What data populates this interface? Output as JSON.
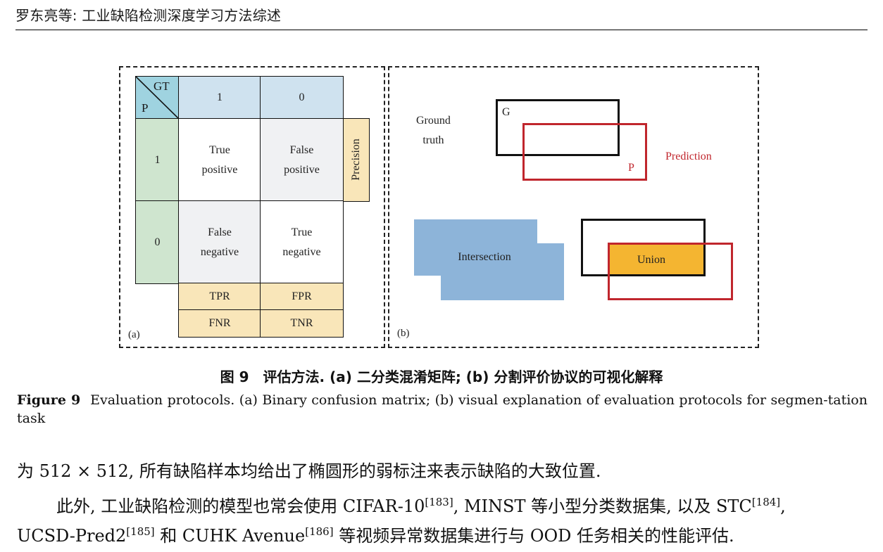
{
  "header": {
    "title": "罗东亮等: 工业缺陷检测深度学习方法综述"
  },
  "panel_a": {
    "corner_gt": "GT",
    "corner_p": "P",
    "col_headers": [
      "1",
      "0"
    ],
    "row_headers": [
      "1",
      "0"
    ],
    "cells": {
      "tp": [
        "True",
        "positive"
      ],
      "fp": [
        "False",
        "positive"
      ],
      "fn": [
        "False",
        "negative"
      ],
      "tn": [
        "True",
        "negative"
      ]
    },
    "precision": "Precision",
    "metrics": {
      "tpr": "TPR",
      "fpr": "FPR",
      "fnr": "FNR",
      "tnr": "TNR"
    },
    "label": "(a)"
  },
  "panel_b": {
    "ground_truth": [
      "Ground",
      "truth"
    ],
    "g_label": "G",
    "p_label": "P",
    "prediction": "Prediction",
    "intersection": "Intersection",
    "union": "Union",
    "label": "(b)"
  },
  "colors": {
    "ground_truth_box": "#111111",
    "prediction_box": "#c0262d",
    "intersection_fill": "#8db4d9",
    "union_fill": "#f4b531"
  },
  "caption": {
    "cn": "图 9　评估方法. (a) 二分类混淆矩阵; (b) 分割评价协议的可视化解释",
    "en_label": "Figure 9",
    "en_text": "Evaluation protocols. (a) Binary confusion matrix; (b) visual explanation of evaluation protocols for segmen-tation task"
  },
  "body": {
    "line1": "为 512 × 512, 所有缺陷样本均给出了椭圆形的弱标注来表示缺陷的大致位置.",
    "line2_a": "此外, 工业缺陷检测的模型也常会使用 CIFAR-10",
    "ref183": "[183]",
    "line2_b": ", MINST 等小型分类数据集, 以及 STC",
    "ref184": "[184]",
    "line2_c": ",",
    "line3_a": "UCSD-Pred2",
    "ref185": "[185]",
    "line3_b": " 和 CUHK Avenue",
    "ref186": "[186]",
    "line3_c": " 等视频异常数据集进行与 OOD 任务相关的性能评估."
  }
}
